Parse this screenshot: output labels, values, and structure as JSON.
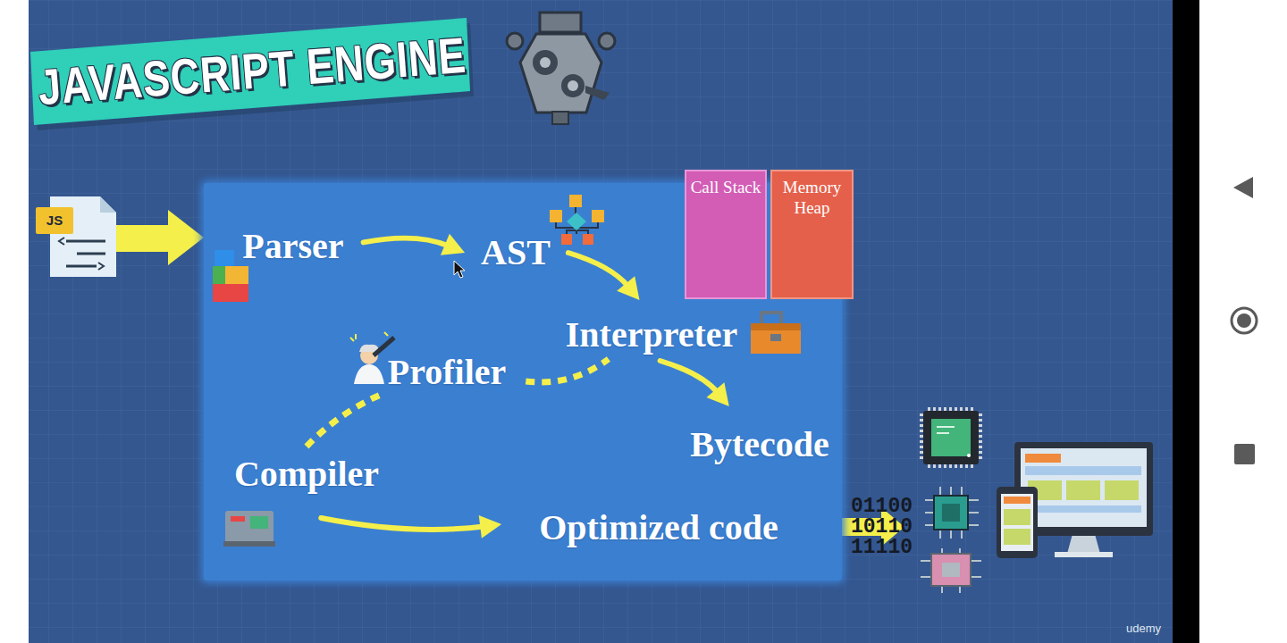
{
  "diagram": {
    "title": "JAVASCRIPT ENGINE",
    "nodes": [
      {
        "text": [
          "Parser"
        ]
      },
      {
        "text": [
          "AST"
        ]
      },
      {
        "text": [
          "Call Stack"
        ]
      },
      {
        "text": [
          "Memory Heap"
        ]
      },
      {
        "text": [
          "Interpreter"
        ]
      },
      {
        "text": [
          "Profiler"
        ]
      },
      {
        "text": [
          "Bytecode"
        ]
      },
      {
        "text": [
          "Compiler"
        ]
      },
      {
        "text": [
          "Optimized code"
        ]
      }
    ],
    "edges": [
      {
        "from": 0,
        "to": 1,
        "arrow": "to"
      },
      {
        "from": 1,
        "to": 4,
        "arrow": "to"
      },
      {
        "from": 4,
        "to": 6,
        "arrow": "to"
      },
      {
        "from": 5,
        "to": 4,
        "arrow": "none"
      },
      {
        "from": 7,
        "to": 5,
        "arrow": "none"
      },
      {
        "from": 7,
        "to": 8,
        "arrow": "to"
      }
    ],
    "labels": [
      "JS",
      "01100",
      "10110",
      "11110",
      "udemy"
    ]
  }
}
